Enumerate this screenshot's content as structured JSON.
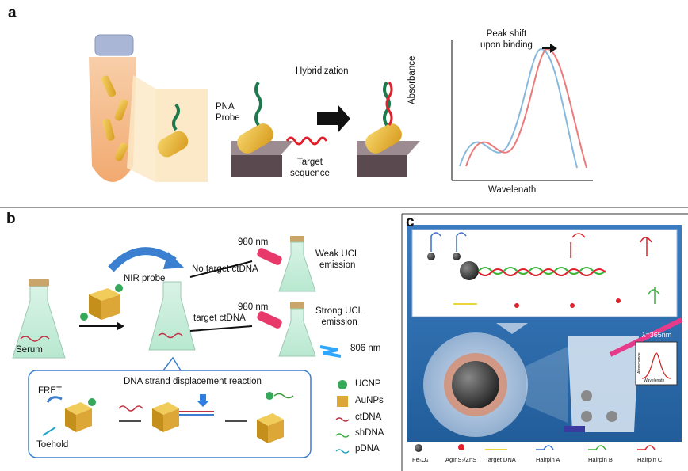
{
  "panels": {
    "a": {
      "label": "a",
      "pna_probe": "PNA\nProbe",
      "hybridization": "Hybridization",
      "target_sequence": "Target\nsequence",
      "absorbance": "Absorbance",
      "wavelength": "Wavelenath",
      "peak_shift": "Peak shift\nupon binding"
    },
    "b": {
      "label": "b",
      "serum": "Serum",
      "nir_probe": "NIR probe",
      "no_target": "No target ctDNA",
      "target": "target ctDNA",
      "nm980_a": "980 nm",
      "nm980_b": "980 nm",
      "weak": "Weak UCL\nemission",
      "strong": "Strong UCL\nemission",
      "nm806": "806 nm",
      "box_title": "DNA strand displacement reaction",
      "fret": "FRET",
      "toehold": "Toehold",
      "legend": [
        "UCNP",
        "AuNPs",
        "ctDNA",
        "shDNA",
        "pDNA"
      ]
    },
    "c": {
      "label": "c",
      "lambda": "λ=365nm",
      "inset_y": "Absorbance",
      "inset_x": "Wavelenath",
      "legend": [
        "Fe₃O₄",
        "AgInS₂/ZnS",
        "Target DNA",
        "Hairpin A",
        "Hairpin B",
        "Hairpin C"
      ]
    }
  },
  "colors": {
    "pna": "#1e7a4e",
    "target": "#e0202a",
    "gold": "#e2b53a",
    "blue_curve": "#86b9dc",
    "red_curve": "#ec7a7a",
    "panel_c_bg": "#2d6ea8"
  }
}
